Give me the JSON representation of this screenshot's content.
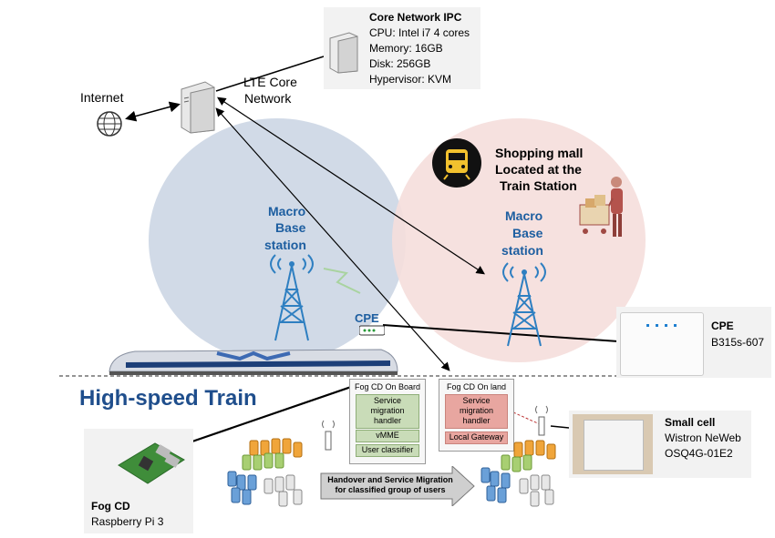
{
  "core_ipc": {
    "title": "Core Network IPC",
    "specs": [
      "CPU: Intel i7 4 cores",
      "Memory: 16GB",
      "Disk: 256GB",
      "Hypervisor: KVM"
    ]
  },
  "internet_label": "Internet",
  "lte_core_label": "LTE Core",
  "lte_core_label2": "Network",
  "mall": {
    "line1": "Shopping mall",
    "line2": "Located at the",
    "line3": "Train Station"
  },
  "macro_left": {
    "line1": "Macro",
    "line2": "Base",
    "line3": "station"
  },
  "macro_right": {
    "line1": "Macro",
    "line2": "Base",
    "line3": "station"
  },
  "cpe_label": "CPE",
  "cpe_device": {
    "title": "CPE",
    "model": "B315s-607"
  },
  "train_label": "High-speed Train",
  "fog_board": {
    "title": "Fog CD On Board",
    "items": [
      "Service migration handler",
      "vMME",
      "User classifier"
    ]
  },
  "fog_land": {
    "title": "Fog CD On land",
    "items": [
      "Service migration handler",
      "Local Gateway"
    ]
  },
  "small_cell": {
    "title": "Small cell",
    "vendor": "Wistron NeWeb",
    "model": "OSQ4G-01E2"
  },
  "fog_cd": {
    "title": "Fog CD",
    "model": "Raspberry Pi 3"
  },
  "handover_label": "Handover and Service Migration for classified group of users",
  "colors": {
    "left_circle": "#cfd8e6",
    "right_circle": "#f5dedb",
    "train_text": "#1f4e8c",
    "tower": "#2e7fc1"
  }
}
